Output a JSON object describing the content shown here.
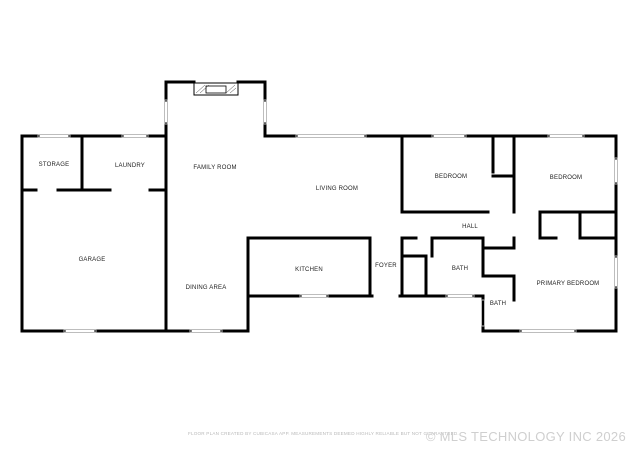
{
  "rooms": {
    "storage": "STORAGE",
    "laundry": "LAUNDRY",
    "family_room": "FAMILY ROOM",
    "garage": "GARAGE",
    "dining_area": "DINING AREA",
    "living_room": "LIVING ROOM",
    "kitchen": "KITCHEN",
    "foyer": "FOYER",
    "bedroom_1": "BEDROOM",
    "bedroom_2": "BEDROOM",
    "hall": "HALL",
    "bath_1": "BATH",
    "bath_2": "BATH",
    "primary_bedroom": "PRIMARY BEDROOM"
  },
  "footer": {
    "disclaimer": "FLOOR PLAN CREATED BY CUBICASA APP. MEASUREMENTS DEEMED HIGHLY RELIABLE BUT NOT GUARANTEED.",
    "watermark": "© MLS TECHNOLOGY INC 2026"
  },
  "colors": {
    "wall": "#000000",
    "window": "#bdbdbd",
    "background": "#ffffff"
  }
}
